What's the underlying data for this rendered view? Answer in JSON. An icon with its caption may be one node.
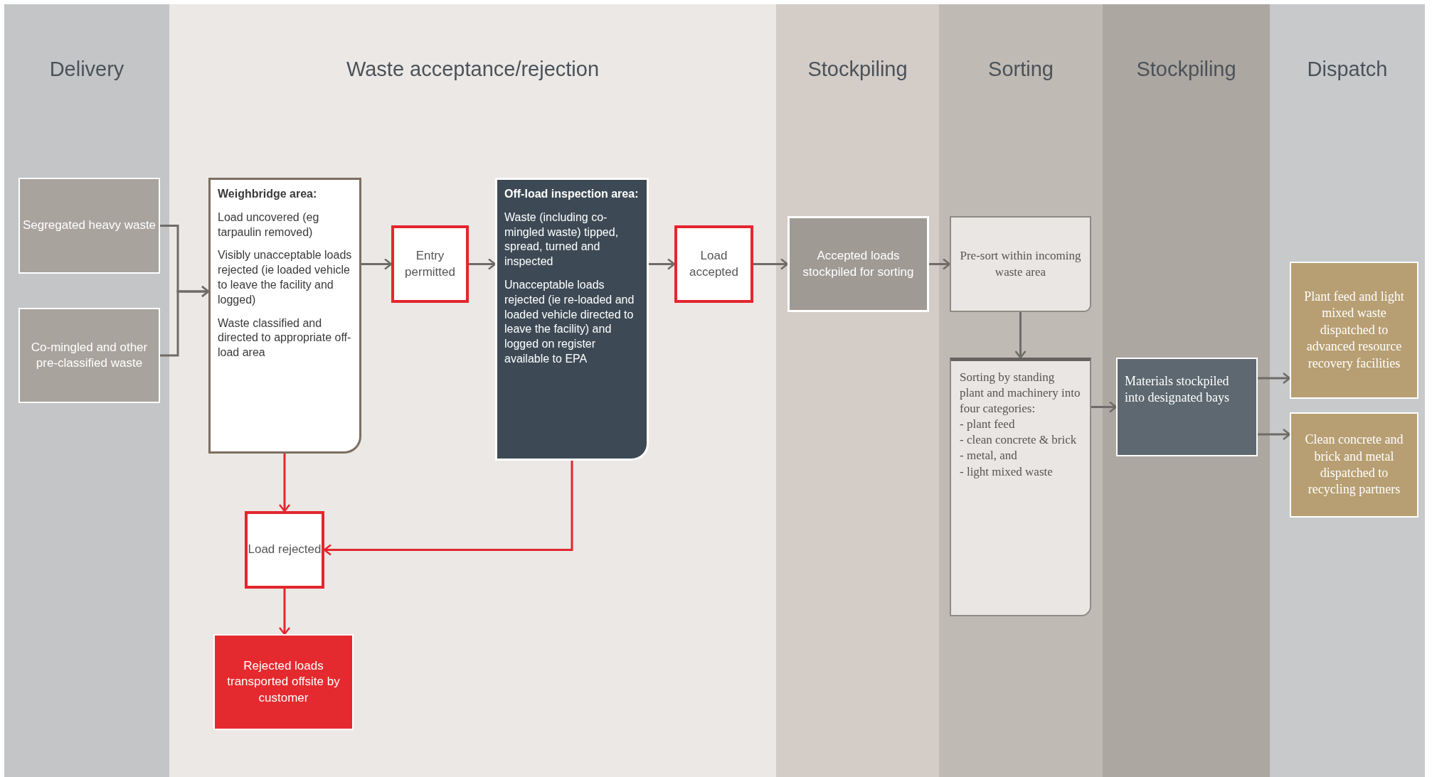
{
  "diagram": {
    "nodes": [
      {
        "text": [
          "Delivery"
        ]
      },
      {
        "text": [
          "Waste acceptance/rejection"
        ]
      },
      {
        "text": [
          "Stockpiling"
        ]
      },
      {
        "text": [
          "Sorting"
        ]
      },
      {
        "text": [
          "Stockpiling"
        ]
      },
      {
        "text": [
          "Dispatch"
        ]
      },
      {
        "text": [
          "Segregated heavy waste"
        ],
        "in": 0
      },
      {
        "text": [
          "Co-mingled and other pre-classified waste"
        ],
        "in": 0
      },
      {
        "text": [
          "Weighbridge area:",
          "Load uncovered (eg tarpaulin removed)",
          "Visibly unacceptable loads rejected (ie loaded vehicle to leave the facility and logged)",
          "Waste classified and directed to appropriate off-load area"
        ],
        "in": 1
      },
      {
        "text": [
          "Entry permitted"
        ],
        "in": 1
      },
      {
        "text": [
          "Off-load inspection area:",
          "Waste (including co-mingled waste) tipped, spread, turned and inspected",
          "Unacceptable loads rejected (ie re-loaded and loaded vehicle directed to leave the facility) and logged on register available to EPA"
        ],
        "in": 1
      },
      {
        "text": [
          "Load accepted"
        ],
        "in": 1
      },
      {
        "text": [
          "Load rejected"
        ],
        "in": 1
      },
      {
        "text": [
          "Rejected loads transported offsite by customer"
        ],
        "in": 1
      },
      {
        "text": [
          "Accepted loads stockpiled for sorting"
        ],
        "in": 2
      },
      {
        "text": [
          "Pre-sort within incoming waste area"
        ],
        "in": 3
      },
      {
        "text": [
          "Sorting by standing plant and machinery into four categories:",
          "- plant feed",
          "- clean concrete & brick",
          "- metal, and",
          "- light mixed waste"
        ],
        "in": 3
      },
      {
        "text": [
          "Materials stockpiled into designated bays"
        ],
        "in": 4
      },
      {
        "text": [
          "Plant feed and light mixed waste dispatched to advanced resource recovery facilities"
        ],
        "in": 5
      },
      {
        "text": [
          "Clean concrete and brick and metal dispatched to recycling partners"
        ],
        "in": 5
      }
    ],
    "edges": [
      {
        "from": 6,
        "to": 8,
        "arrow": "to"
      },
      {
        "from": 7,
        "to": 8,
        "arrow": "to"
      },
      {
        "from": 8,
        "to": 9,
        "arrow": "to"
      },
      {
        "from": 9,
        "to": 10,
        "arrow": "to"
      },
      {
        "from": 10,
        "to": 11,
        "arrow": "to"
      },
      {
        "from": 11,
        "to": 14,
        "arrow": "to"
      },
      {
        "from": 14,
        "to": 15,
        "arrow": "to"
      },
      {
        "from": 15,
        "to": 16,
        "arrow": "to"
      },
      {
        "from": 16,
        "to": 17,
        "arrow": "to"
      },
      {
        "from": 17,
        "to": 18,
        "arrow": "to"
      },
      {
        "from": 17,
        "to": 19,
        "arrow": "to"
      },
      {
        "from": 8,
        "to": 12,
        "arrow": "to",
        "color": "#e3262e"
      },
      {
        "from": 10,
        "to": 12,
        "arrow": "to",
        "color": "#e3262e"
      },
      {
        "from": 12,
        "to": 13,
        "arrow": "to",
        "color": "#e3262e"
      }
    ]
  }
}
